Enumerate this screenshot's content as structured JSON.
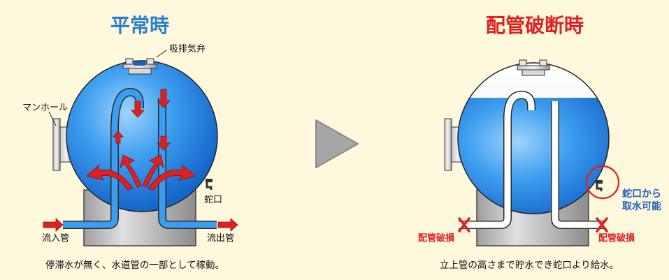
{
  "colors": {
    "background": "#fef8dc",
    "title": "#2a7fd0",
    "title_right": "#e02020",
    "water": "#2f8fe0",
    "arrow_red": "#e02020",
    "base_gray": "#b9b9b9"
  },
  "left_panel": {
    "title": "平常時",
    "labels": {
      "valve": "吸排気弁",
      "manhole": "マンホール",
      "faucet": "蛇口",
      "inlet": "流入管",
      "outlet": "流出管"
    },
    "caption": "停滞水が無く、水道管の一部として稼動。"
  },
  "transition_icon": "play-triangle-icon",
  "right_panel": {
    "title": "配管破断時",
    "labels": {
      "faucet_note_line1": "蛇口から",
      "faucet_note_line2": "取水可能",
      "break_left": "配管破損",
      "break_right": "配管破損"
    },
    "caption": "立上管の高さまで貯水でき蛇口より給水。"
  }
}
